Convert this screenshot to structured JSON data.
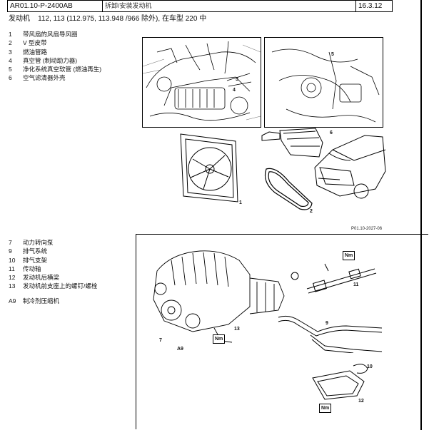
{
  "header": {
    "doc_id": "AR01.10-P-2400AB",
    "title": "拆卸/安装发动机",
    "date": "16.3.12"
  },
  "subtitle": {
    "engine": "发动机",
    "codes": "112, 113 (112.975, 113.948 /966 除外), 在车型 220 中"
  },
  "legend_top": [
    {
      "num": "1",
      "text": "带风扇的风扇导风圈"
    },
    {
      "num": "2",
      "text": "V 型皮带"
    },
    {
      "num": "3",
      "text": "燃油管路"
    },
    {
      "num": "4",
      "text": "真空管 (制动助力器)"
    },
    {
      "num": "5",
      "text": "净化系统真空软管 (燃油再生)"
    },
    {
      "num": "6",
      "text": "空气滤清器外壳"
    }
  ],
  "legend_bottom": [
    {
      "num": "7",
      "text": "动力转向泵"
    },
    {
      "num": "9",
      "text": "排气系统"
    },
    {
      "num": "10",
      "text": "排气支架"
    },
    {
      "num": "11",
      "text": "传动轴"
    },
    {
      "num": "12",
      "text": "发动机后横梁"
    },
    {
      "num": "13",
      "text": "发动机前支座上的螺钉/螺栓"
    }
  ],
  "legend_a9": {
    "num": "A9",
    "text": "制冷剂压缩机"
  },
  "figure_top": {
    "ref": "P01.10-2027-06",
    "callouts": {
      "c1": "1",
      "c2": "2",
      "c3": "3",
      "c4": "4",
      "c5": "5",
      "c6": "6"
    }
  },
  "figure_bottom": {
    "callouts": {
      "c7": "7",
      "c9": "9",
      "c10": "10",
      "c11": "11",
      "c12": "12",
      "c13": "13",
      "a9": "A9"
    },
    "nm_label": "Nm"
  }
}
